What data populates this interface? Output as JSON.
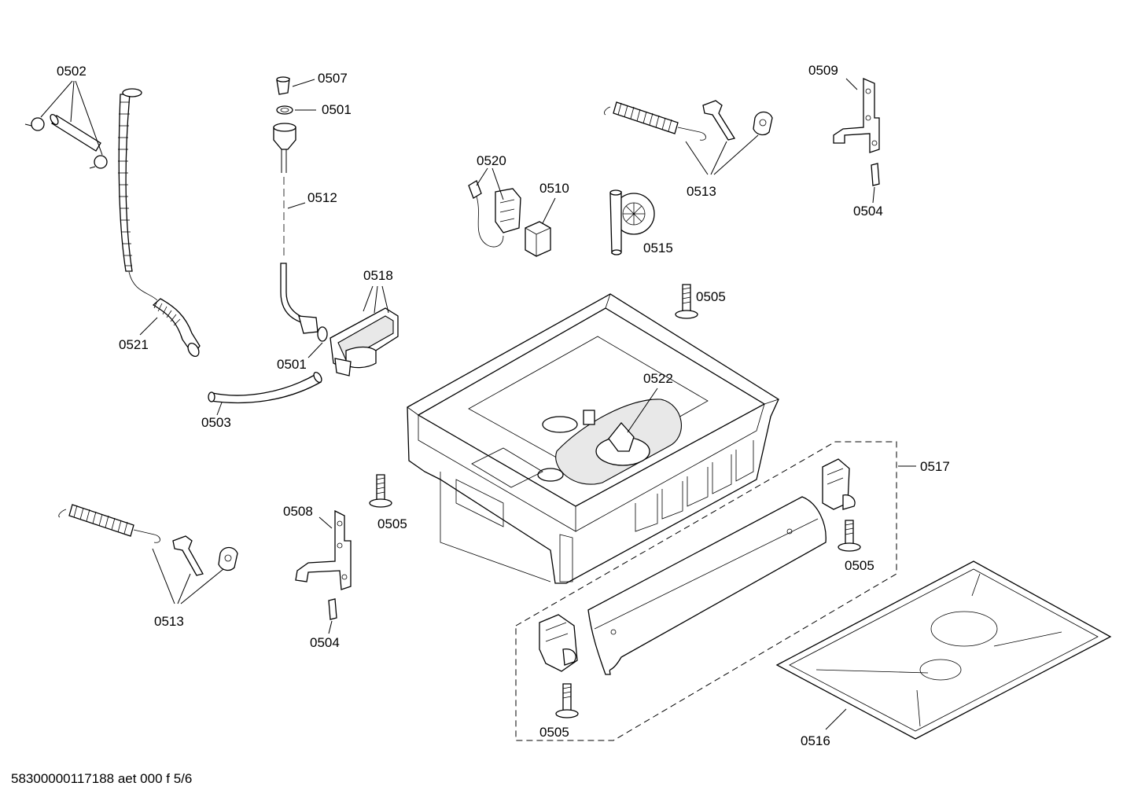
{
  "labels": {
    "l0502": "0502",
    "l0507": "0507",
    "l0501a": "0501",
    "l0512": "0512",
    "l0518": "0518",
    "l0501b": "0501",
    "l0521": "0521",
    "l0503": "0503",
    "l0520": "0520",
    "l0510": "0510",
    "l0515": "0515",
    "l0513a": "0513",
    "l0509": "0509",
    "l0504a": "0504",
    "l0505a": "0505",
    "l0522": "0522",
    "l0517": "0517",
    "l0505b": "0505",
    "l0505c": "0505",
    "l0508": "0508",
    "l0513b": "0513",
    "l0504b": "0504",
    "l0505d": "0505",
    "l0516": "0516"
  },
  "footer": "58300000117188 aet 000 f 5/6"
}
